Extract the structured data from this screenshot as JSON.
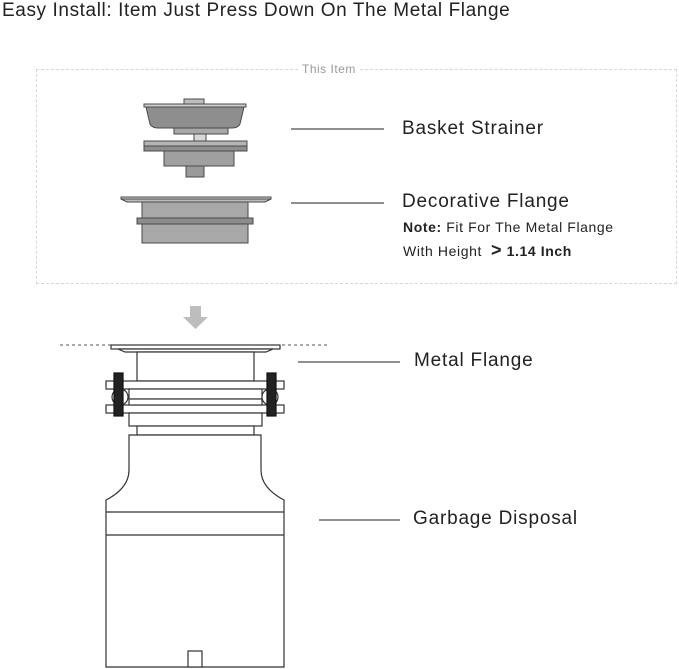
{
  "title": "Easy Install: Item Just Press Down On The Metal Flange",
  "box_label": "This Item",
  "labels": {
    "basket_strainer": "Basket Strainer",
    "decorative_flange": "Decorative Flange",
    "note_prefix": "Note:",
    "note_line1": " Fit For The Metal Flange",
    "note_line2": "With Height",
    "note_gt": ">",
    "note_value": "1.14 Inch",
    "metal_flange": "Metal Flange",
    "garbage_disposal": "Garbage Disposal"
  },
  "colors": {
    "part_fill": "#9a9a9a",
    "part_stroke": "#4a4a4a",
    "line": "#222222",
    "arrow": "#bdbdbd",
    "box_border": "#d6d6d6"
  }
}
